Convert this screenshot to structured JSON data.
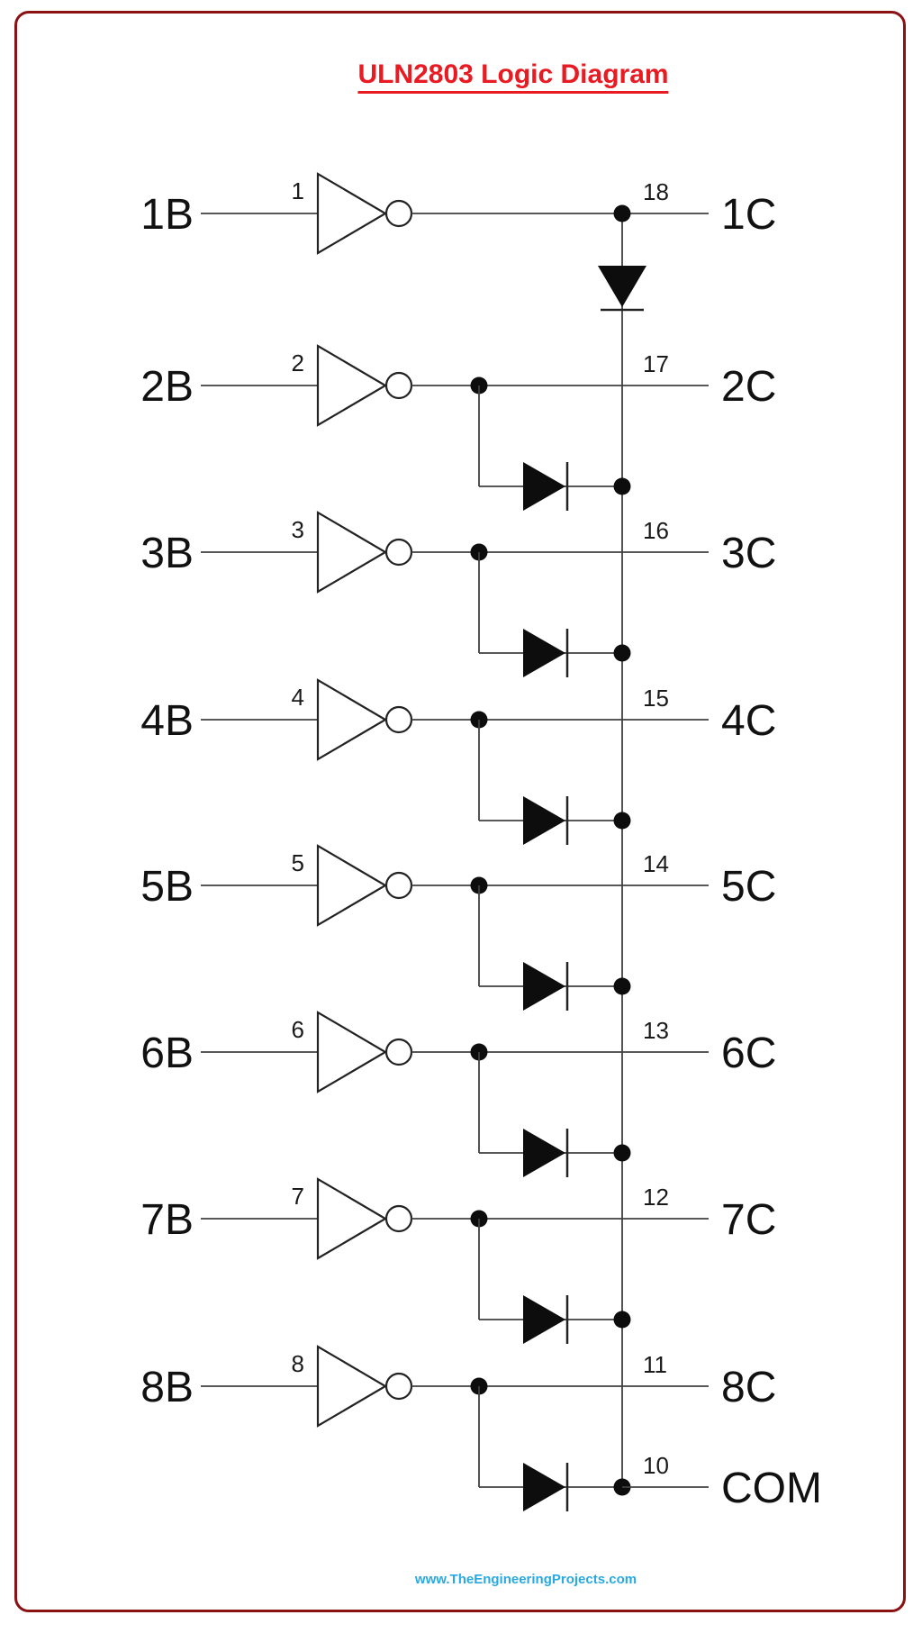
{
  "title": {
    "text": "ULN2803 Logic Diagram",
    "color": "#e81b22"
  },
  "footer": {
    "text": "www.TheEngineeringProjects.com",
    "color": "#29a9e1"
  },
  "frame": {
    "border_color": "#8a1114"
  },
  "colors": {
    "wire": "#404040",
    "symbol_stroke": "#232323",
    "fill_black": "#0d0d0d",
    "background": "#ffffff"
  },
  "channels": [
    {
      "input_label": "1B",
      "input_pin": "1",
      "output_label": "1C",
      "output_pin": "18"
    },
    {
      "input_label": "2B",
      "input_pin": "2",
      "output_label": "2C",
      "output_pin": "17"
    },
    {
      "input_label": "3B",
      "input_pin": "3",
      "output_label": "3C",
      "output_pin": "16"
    },
    {
      "input_label": "4B",
      "input_pin": "4",
      "output_label": "4C",
      "output_pin": "15"
    },
    {
      "input_label": "5B",
      "input_pin": "5",
      "output_label": "5C",
      "output_pin": "14"
    },
    {
      "input_label": "6B",
      "input_pin": "6",
      "output_label": "6C",
      "output_pin": "13"
    },
    {
      "input_label": "7B",
      "input_pin": "7",
      "output_label": "7C",
      "output_pin": "12"
    },
    {
      "input_label": "8B",
      "input_pin": "8",
      "output_label": "8C",
      "output_pin": "11"
    }
  ],
  "common": {
    "pin": "10",
    "label": "COM"
  }
}
